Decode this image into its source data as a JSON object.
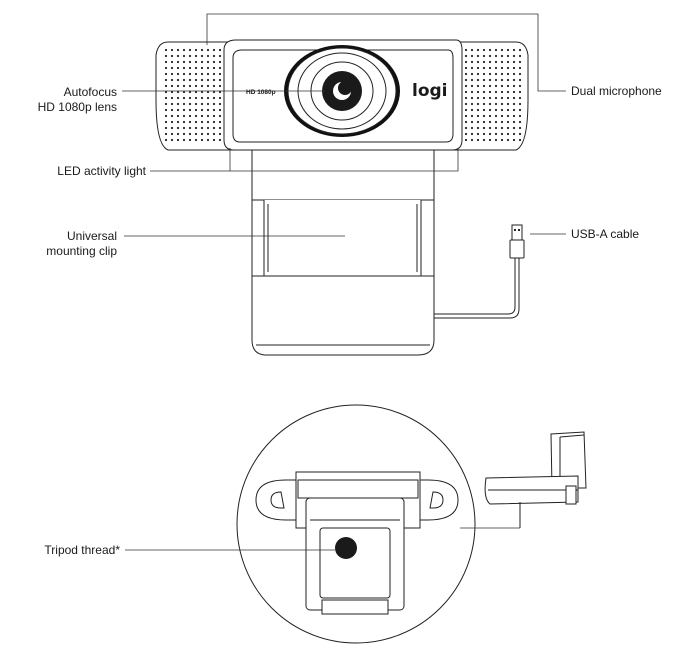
{
  "callouts": {
    "autofocus_line1": "Autofocus",
    "autofocus_line2": "HD 1080p lens",
    "dual_microphone": "Dual microphone",
    "led_activity_light": "LED activity light",
    "mounting_clip_line1": "Universal",
    "mounting_clip_line2": "mounting clip",
    "usb_cable": "USB-A cable",
    "tripod_thread": "Tripod thread*"
  },
  "device": {
    "brand": "logi",
    "lens_marking": "HD 1080p"
  },
  "icons": [
    "speaker-grille-icon",
    "lens-icon",
    "usb-a-plug-icon",
    "tripod-thread-hole-icon"
  ],
  "colors": {
    "line": "#333333",
    "outline": "#222222",
    "lens_dark": "#1a1a1a",
    "background": "#ffffff"
  }
}
